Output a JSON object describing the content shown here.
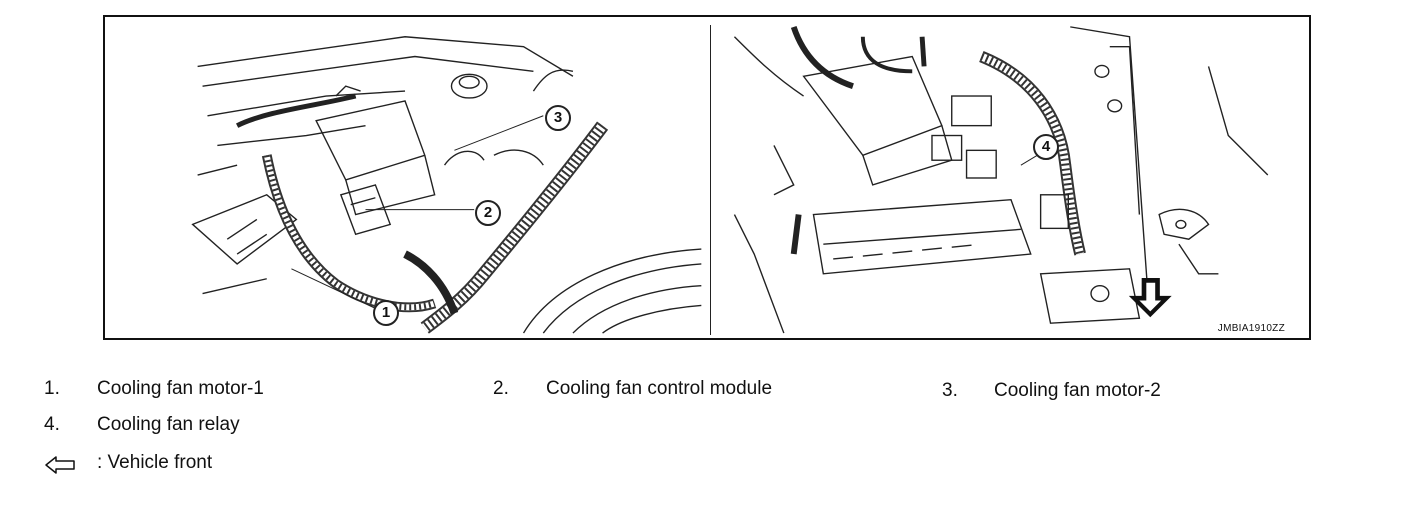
{
  "figure": {
    "code": "JMBIA1910ZZ",
    "callouts": [
      "1",
      "2",
      "3",
      "4"
    ]
  },
  "legend": [
    {
      "num": "1.",
      "label": "Cooling fan motor-1"
    },
    {
      "num": "2.",
      "label": "Cooling fan control module"
    },
    {
      "num": "3.",
      "label": "Cooling fan motor-2"
    },
    {
      "num": "4.",
      "label": "Cooling fan relay"
    }
  ],
  "front_note": ": Vehicle front",
  "icons": {
    "front_arrow": "open-left-arrow-icon"
  }
}
